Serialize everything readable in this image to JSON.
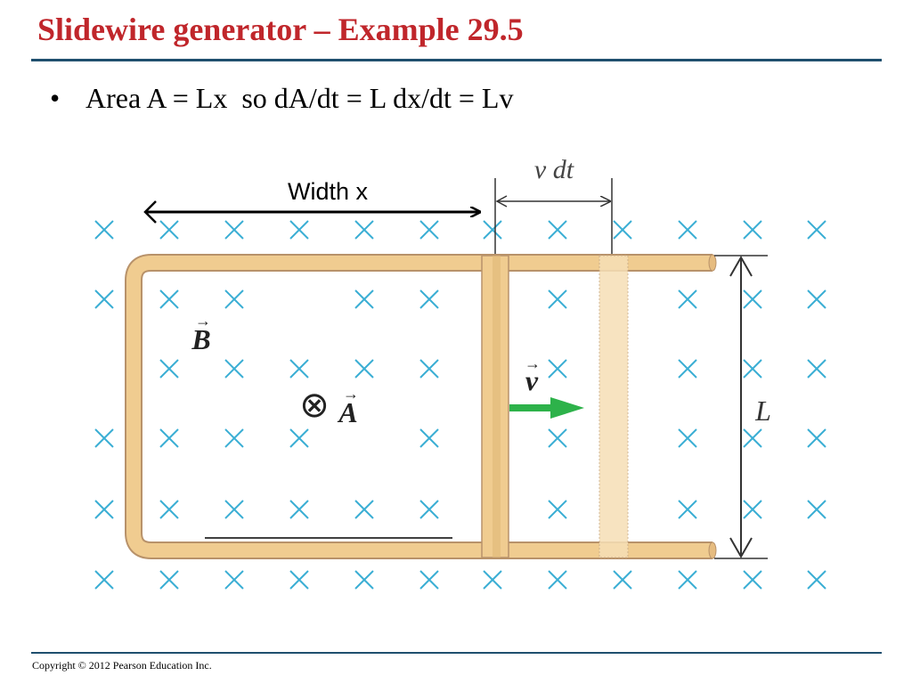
{
  "slide": {
    "title": "Slidewire generator – Example 29.5",
    "bullet_marker": "•",
    "bullet_text": "Area A = Lx  so dA/dt = L dx/dt = Lv",
    "copyright": "Copyright © 2012 Pearson Education Inc."
  },
  "diagram": {
    "width_label": "Width x",
    "vdt_label": "v dt",
    "field_label": "B",
    "velocity_label": "v",
    "area_label": "A",
    "area_symbol": "⊗",
    "length_label": "L",
    "field_marker": "×",
    "arrow_symbol": "→",
    "colors": {
      "rail": "#f0cc90",
      "rail_edge": "#b8926a",
      "field_marker": "#3aaed4",
      "velocity_arrow": "#2db24a",
      "title": "#c0262b",
      "rule": "#1f4f6e"
    }
  }
}
